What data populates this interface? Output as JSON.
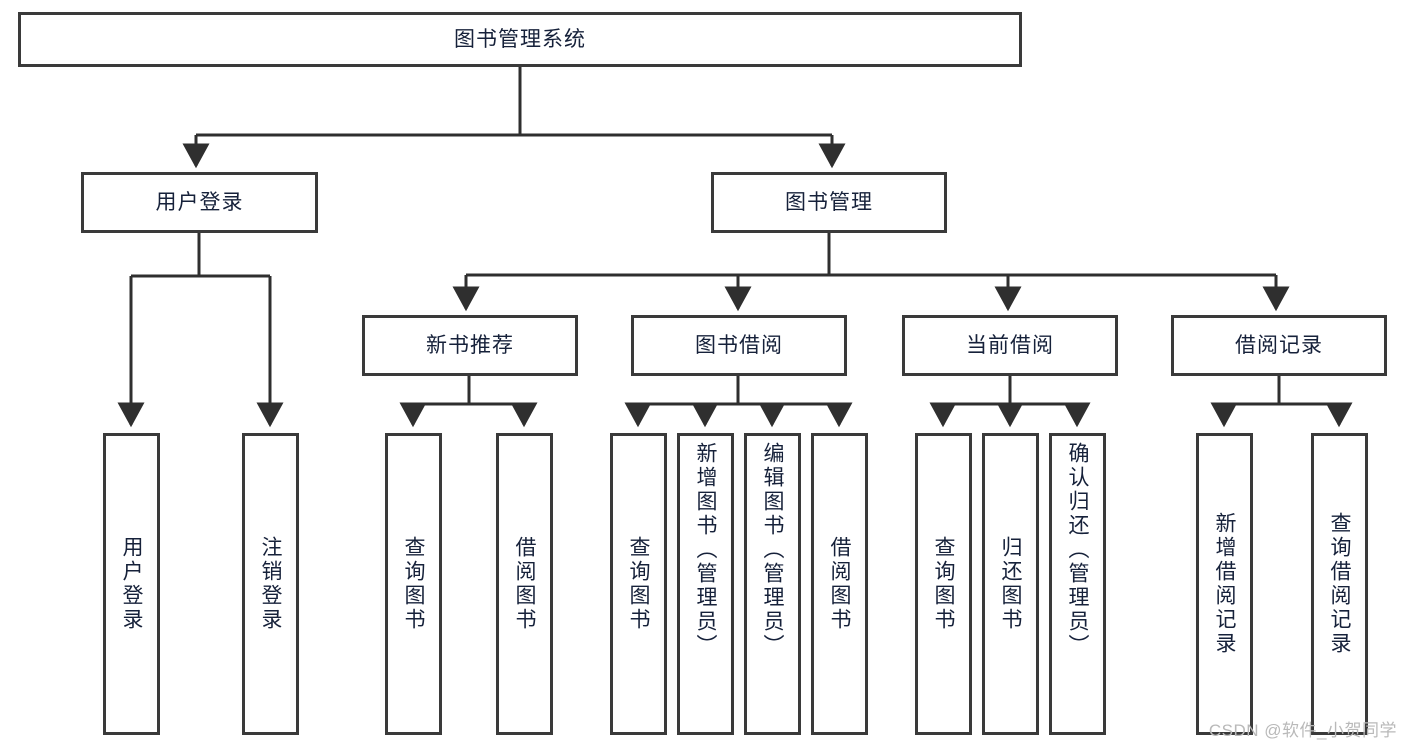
{
  "diagram": {
    "title": "图书管理系统",
    "type": "tree-hierarchy-diagram",
    "colors": {
      "box_border": "#3a3a3a",
      "box_fill": "#ffffff",
      "text": "#16213a",
      "edge": "#2f2f2f",
      "watermark": "#b9b9b9",
      "background": "#ffffff"
    },
    "root": {
      "label": "图书管理系统"
    },
    "level2": [
      {
        "label": "用户登录"
      },
      {
        "label": "图书管理"
      }
    ],
    "level3": [
      {
        "label": "新书推荐"
      },
      {
        "label": "图书借阅"
      },
      {
        "label": "当前借阅"
      },
      {
        "label": "借阅记录"
      }
    ],
    "leaves": {
      "user_login": [
        {
          "label": "用户登录"
        },
        {
          "label": "注销登录"
        }
      ],
      "new_book_recommend": [
        {
          "label": "查询图书"
        },
        {
          "label": "借阅图书"
        }
      ],
      "book_borrow": [
        {
          "label": "查询图书"
        },
        {
          "label": "新增图书（管理员）"
        },
        {
          "label": "编辑图书（管理员）"
        },
        {
          "label": "借阅图书"
        }
      ],
      "current_borrow": [
        {
          "label": "查询图书"
        },
        {
          "label": "归还图书"
        },
        {
          "label": "确认归还（管理员）"
        }
      ],
      "borrow_record": [
        {
          "label": "新增借阅记录"
        },
        {
          "label": "查询借阅记录"
        }
      ]
    },
    "watermark": "CSDN @软件_小贺同学"
  }
}
